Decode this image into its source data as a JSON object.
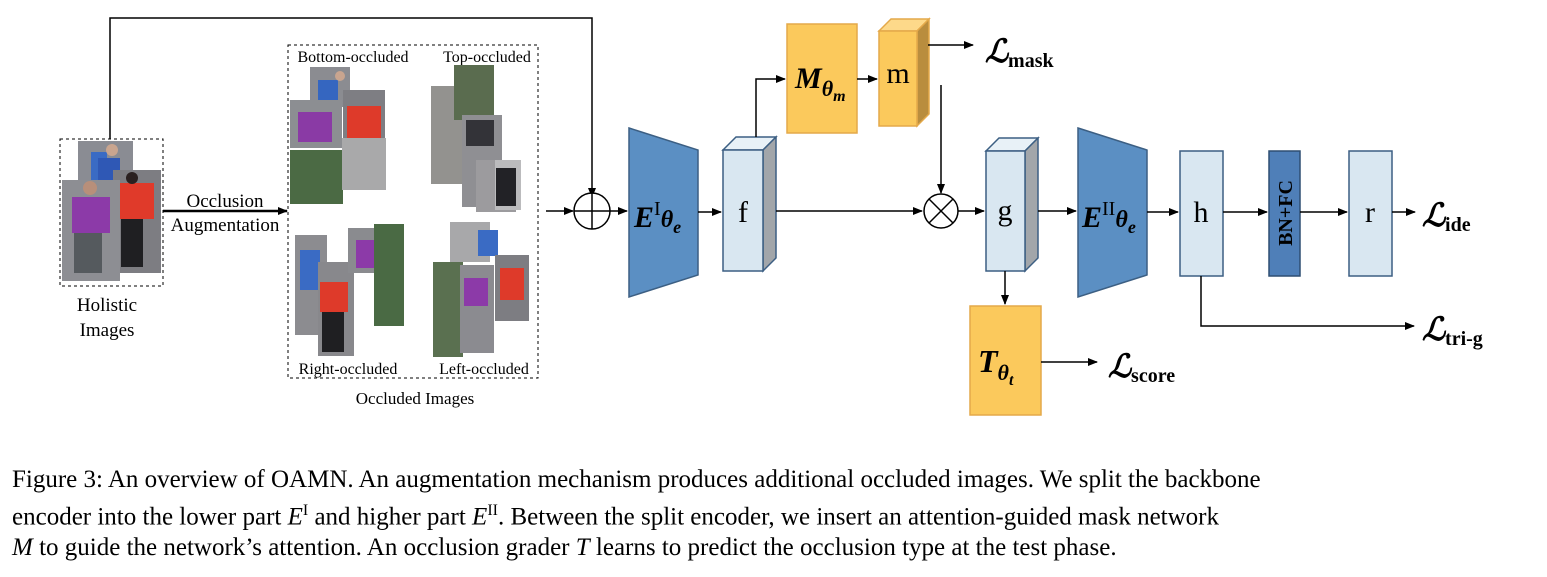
{
  "colors": {
    "encoder": "#5b8fc3",
    "module": "#fbc95c",
    "tensor": "#d9e7f1",
    "bnfc": "#4f7fb8",
    "stroke": "#3c5f83"
  },
  "labels": {
    "holistic_line1": "Holistic",
    "holistic_line2": "Images",
    "occlusion_line1": "Occlusion",
    "occlusion_line2": "Augmentation",
    "bottom_occluded": "Bottom-occluded",
    "top_occluded": "Top-occluded",
    "right_occluded": "Right-occluded",
    "left_occluded": "Left-occluded",
    "occluded_images": "Occluded Images"
  },
  "blocks": {
    "encoder1": {
      "symbol": "E",
      "sup": "I",
      "sub": "θ",
      "subsub": "e"
    },
    "encoder2": {
      "symbol": "E",
      "sup": "II",
      "sub": "θ",
      "subsub": "e"
    },
    "mask_net": {
      "symbol": "M",
      "sub": "θ",
      "subsub": "m"
    },
    "grader": {
      "symbol": "T",
      "sub": "θ",
      "subsub": "t"
    },
    "bnfc": "BN+FC"
  },
  "tensors": {
    "f": "f",
    "m": "m",
    "g": "g",
    "h": "h",
    "r": "r"
  },
  "losses": {
    "symbol": "ℒ",
    "mask": "mask",
    "ide": "ide",
    "tri_g": "tri-g",
    "score": "score"
  },
  "caption": {
    "line1": "Figure 3: An overview of OAMN. An augmentation mechanism produces additional occluded images. We split the backbone",
    "line2_a": "encoder into the lower part ",
    "line2_E1": "E",
    "line2_E1_sup": "I",
    "line2_b": " and higher part ",
    "line2_E2": "E",
    "line2_E2_sup": "II",
    "line2_c": ". Between the split encoder, we insert an attention-guided mask network",
    "line3_M": "M",
    "line3_a": " to guide the network’s attention. An occlusion grader ",
    "line3_T": "T",
    "line3_b": " learns to predict the occlusion type at the test phase."
  }
}
